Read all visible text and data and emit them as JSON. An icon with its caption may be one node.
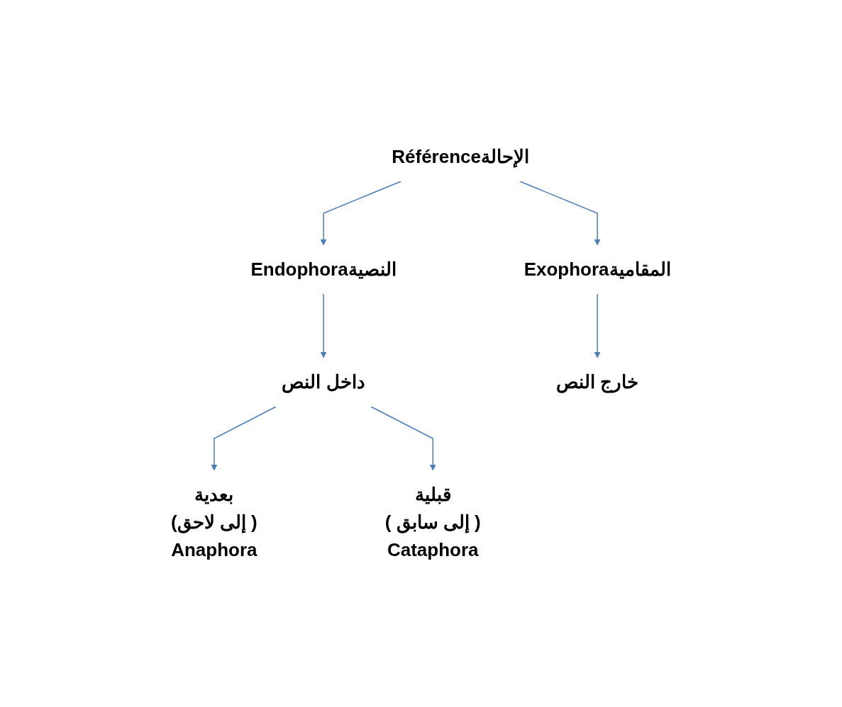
{
  "diagram": {
    "nodes": [
      {
        "text": [
          "الإحالةRéférence"
        ]
      },
      {
        "text": [
          "النصيةEndophora"
        ]
      },
      {
        "text": [
          "المقاميةExophora"
        ]
      },
      {
        "text": [
          "داخل النص"
        ]
      },
      {
        "text": [
          "خارج النص"
        ]
      },
      {
        "text": [
          "بعدية",
          "( إلى لاحق)",
          "Anaphora"
        ]
      },
      {
        "text": [
          "قبلية",
          "( إلى سابق )",
          "Cataphora"
        ]
      }
    ],
    "edges": [
      {
        "from": 0,
        "to": 1,
        "arrow": "to"
      },
      {
        "from": 0,
        "to": 2,
        "arrow": "to"
      },
      {
        "from": 1,
        "to": 3,
        "arrow": "to"
      },
      {
        "from": 2,
        "to": 4,
        "arrow": "to"
      },
      {
        "from": 3,
        "to": 5,
        "arrow": "to"
      },
      {
        "from": 3,
        "to": 6,
        "arrow": "to"
      }
    ]
  }
}
